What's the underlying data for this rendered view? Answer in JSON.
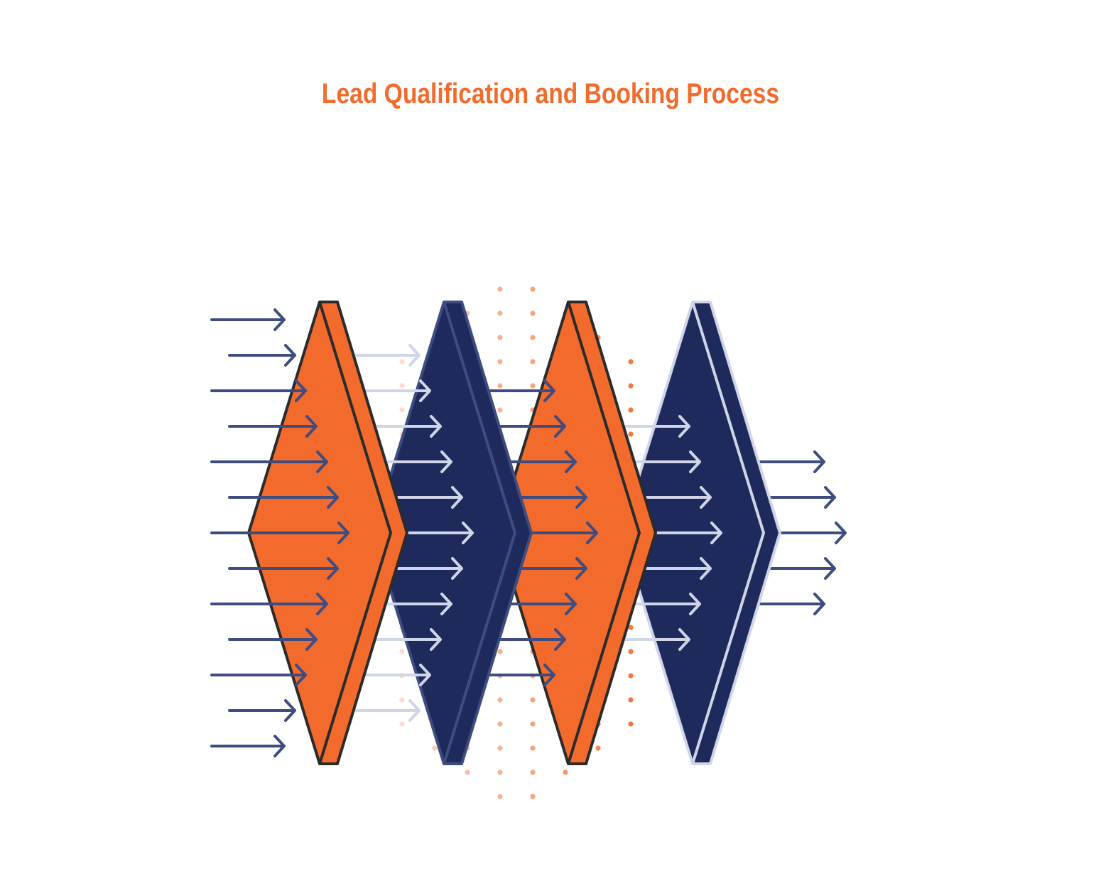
{
  "title": "Lead Qualification and Booking Process",
  "colors": {
    "orange": "#f26b2d",
    "navy": "#1e2a5c",
    "arrow_dark": "#3f4c80",
    "arrow_light": "#d0d6e8",
    "outline_dark": "#2b2b2b",
    "outline_navy": "#3f4c80",
    "outline_light": "#d0d6e8"
  },
  "stages": [
    {
      "name": "stage-1",
      "fill": "orange",
      "outline": "outline_dark"
    },
    {
      "name": "stage-2",
      "fill": "navy",
      "outline": "outline_navy"
    },
    {
      "name": "stage-3",
      "fill": "orange",
      "outline": "outline_dark"
    },
    {
      "name": "stage-4",
      "fill": "navy",
      "outline": "outline_light"
    }
  ],
  "arrow_groups": [
    {
      "name": "input-arrows",
      "color": "arrow_dark",
      "count": 13
    },
    {
      "name": "stage-1-output-arrows",
      "color": "arrow_light",
      "count": 11
    },
    {
      "name": "stage-2-output-arrows",
      "color": "arrow_dark",
      "count": 9
    },
    {
      "name": "stage-3-output-arrows",
      "color": "arrow_light",
      "count": 7
    },
    {
      "name": "final-output-arrows",
      "color": "arrow_dark",
      "count": 5
    }
  ]
}
